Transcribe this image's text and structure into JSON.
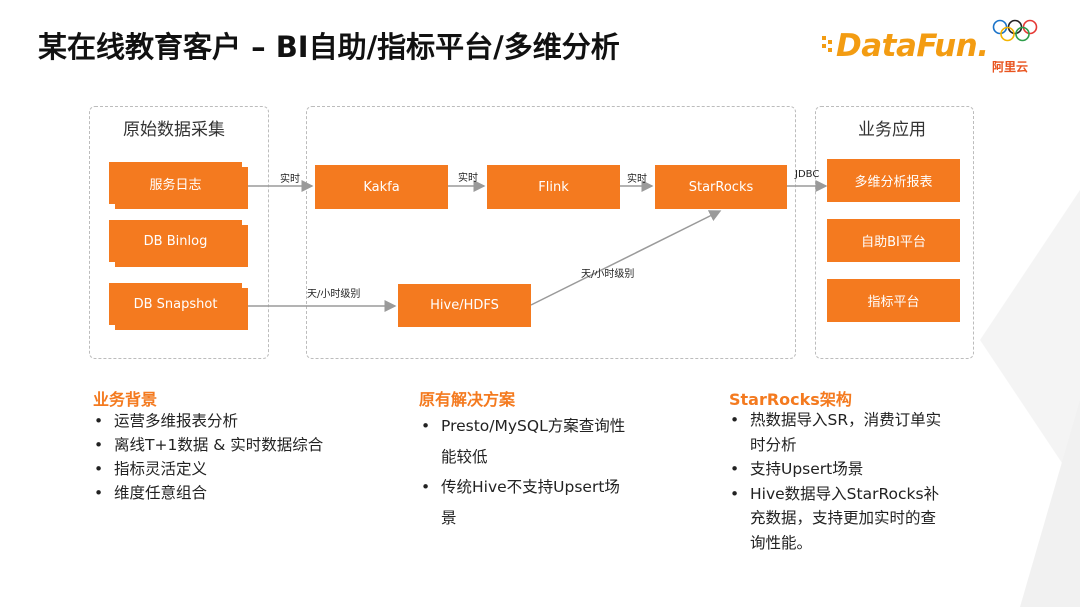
{
  "title": "某在线教育客户 – BI自助/指标平台/多维分析",
  "logo": {
    "brand": "DataFun.",
    "partner": "阿里云"
  },
  "groups": {
    "source": "原始数据采集",
    "app": "业务应用"
  },
  "nodes": {
    "service_log": "服务日志",
    "db_binlog": "DB Binlog",
    "db_snapshot": "DB Snapshot",
    "kafka": "Kakfa",
    "flink": "Flink",
    "starrocks": "StarRocks",
    "hive": "Hive/HDFS",
    "report": "多维分析报表",
    "bi": "自助BI平台",
    "metrics": "指标平台"
  },
  "edges": {
    "realtime1": "实时",
    "realtime2": "实时",
    "realtime3": "实时",
    "jdbc": "JDBC",
    "batch1": "天/小时级别",
    "batch2": "天/小时级别"
  },
  "sections": {
    "background": {
      "title": "业务背景",
      "items": [
        "运营多维报表分析",
        "离线T+1数据 & 实时数据综合",
        "指标灵活定义",
        "维度任意组合"
      ]
    },
    "original": {
      "title": "原有解决方案",
      "items": [
        "Presto/MySQL方案查询性能较低",
        "传统Hive不支持Upsert场景"
      ]
    },
    "starrocks": {
      "title": "StarRocks架构",
      "items": [
        "热数据导入SR，消费订单实时分析",
        "支持Upsert场景",
        "Hive数据导入StarRocks补充数据，支持更加实时的查询性能。"
      ]
    }
  },
  "colors": {
    "accent": "#f47a1f",
    "border": "#bcbcbc"
  }
}
